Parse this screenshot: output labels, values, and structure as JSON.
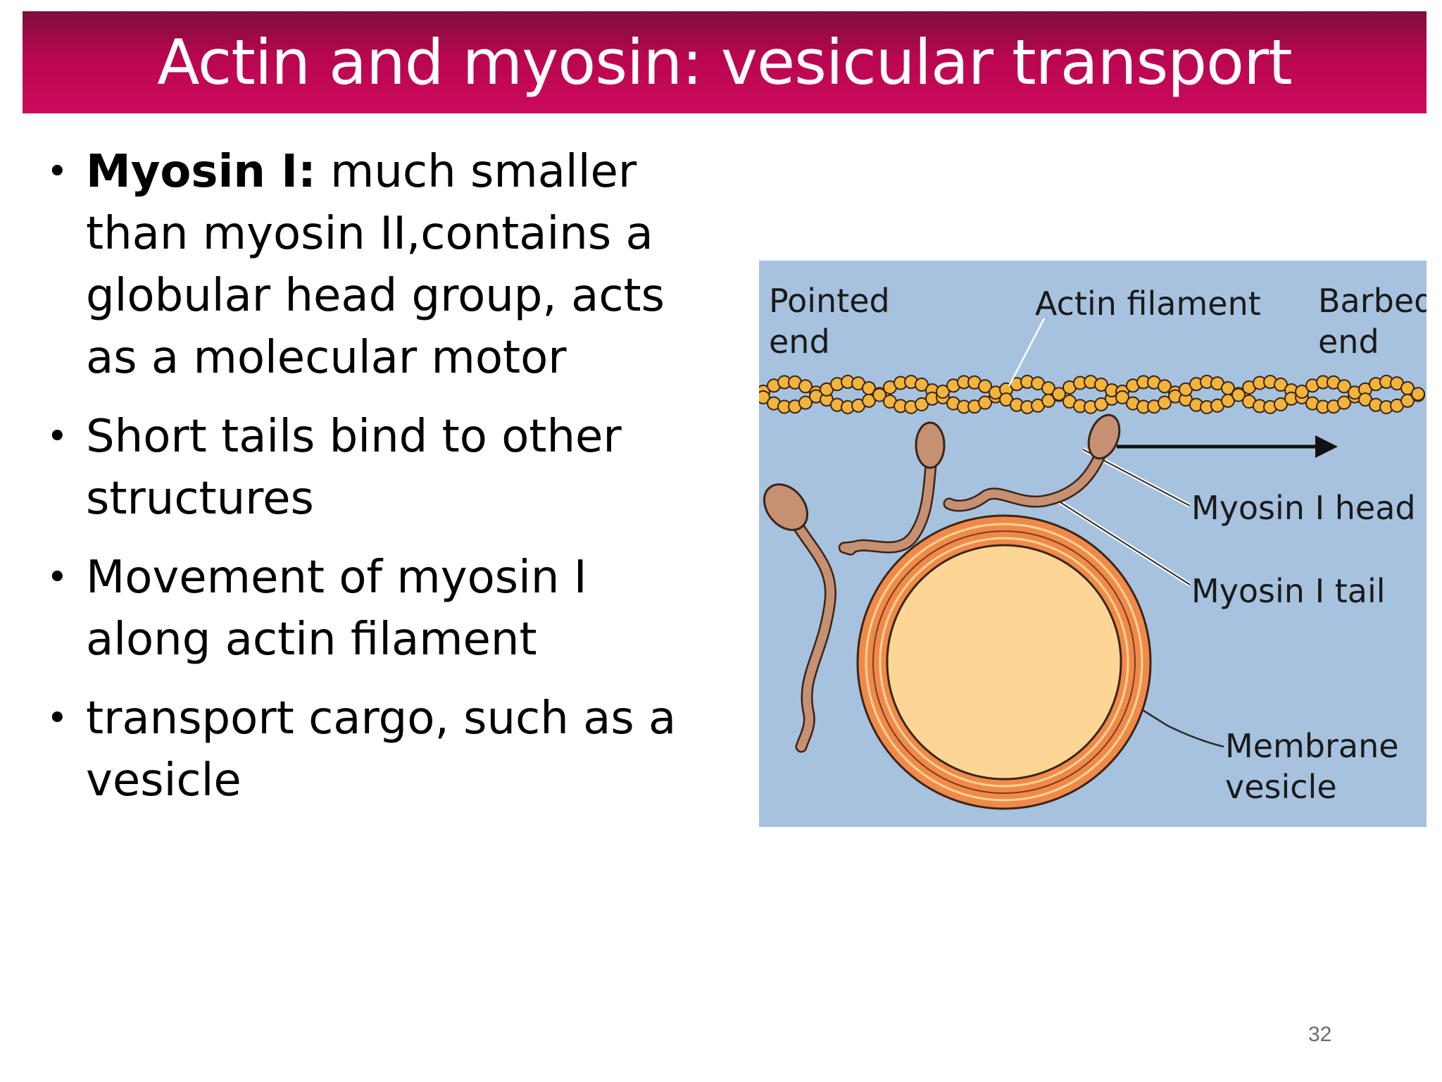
{
  "slide": {
    "title": "Actin and myosin: vesicular transport",
    "number": "32"
  },
  "bullets": [
    {
      "bold": "Myosin I:",
      "text": " much smaller than myosin II,contains a globular head group, acts as a molecular motor"
    },
    {
      "bold": "",
      "text": "Short tails bind to other structures"
    },
    {
      "bold": "",
      "text": "Movement of myosin I along actin filament"
    },
    {
      "bold": "",
      "text": "transport cargo, such as a vesicle"
    }
  ],
  "figure": {
    "labels": {
      "pointed_end_1": "Pointed",
      "pointed_end_2": "end",
      "actin_filament": "Actin filament",
      "barbed_end_1": "Barbed",
      "barbed_end_2": "end",
      "myosin_head": "Myosin I head",
      "myosin_tail": "Myosin I tail",
      "vesicle_1": "Membrane",
      "vesicle_2": "vesicle"
    },
    "colors": {
      "background": "#a6c2de",
      "actin": "#f2b43c",
      "myosin": "#c69072",
      "vesicle_ring": "#f08a4b",
      "vesicle_core": "#fdd595",
      "title_bar": "#cc0a5c"
    }
  },
  "icons": {
    "bullet": "•"
  }
}
